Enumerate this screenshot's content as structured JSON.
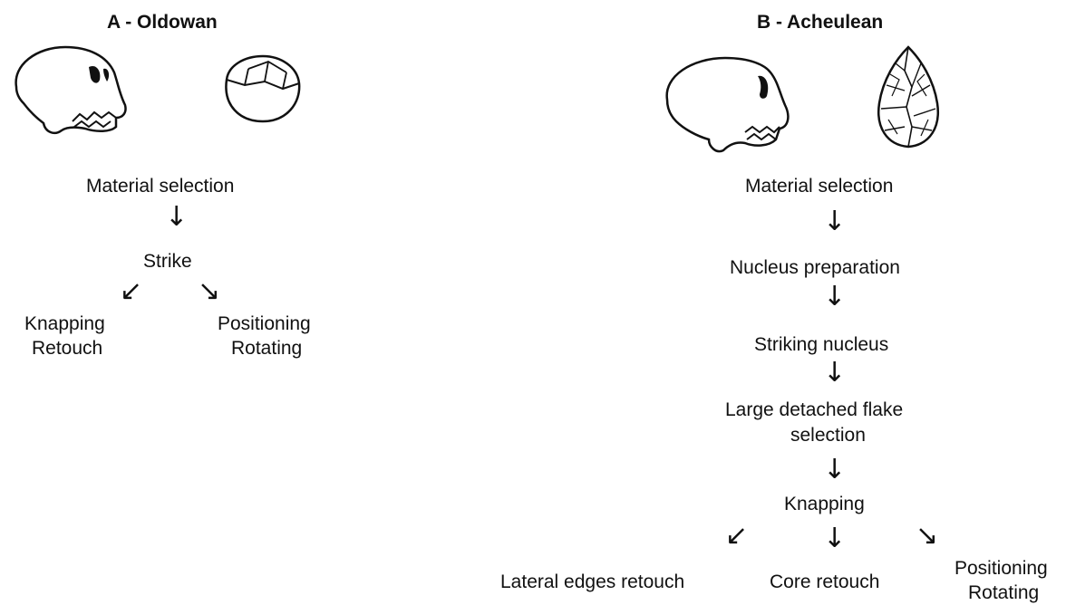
{
  "panel_a": {
    "title": "A - Oldowan",
    "steps": {
      "material": "Material selection",
      "strike": "Strike",
      "left_branch_1": "Knapping",
      "left_branch_2": "Retouch",
      "right_branch_1": "Positioning",
      "right_branch_2": "Rotating"
    },
    "icons": {
      "skull": "skull-icon",
      "tool": "pebble-tool-icon"
    }
  },
  "panel_b": {
    "title": "B - Acheulean",
    "steps": {
      "material": "Material selection",
      "nucleus_prep": "Nucleus preparation",
      "striking": "Striking nucleus",
      "flake_1": "Large detached flake",
      "flake_2": "selection",
      "knapping": "Knapping",
      "branch_left": "Lateral edges retouch",
      "branch_mid": "Core retouch",
      "branch_right_1": "Positioning",
      "branch_right_2": "Rotating"
    },
    "icons": {
      "skull": "skull-icon",
      "tool": "handaxe-icon"
    }
  },
  "arrows": {
    "down": "↓",
    "down_left": "↙",
    "down_right": "↘"
  }
}
